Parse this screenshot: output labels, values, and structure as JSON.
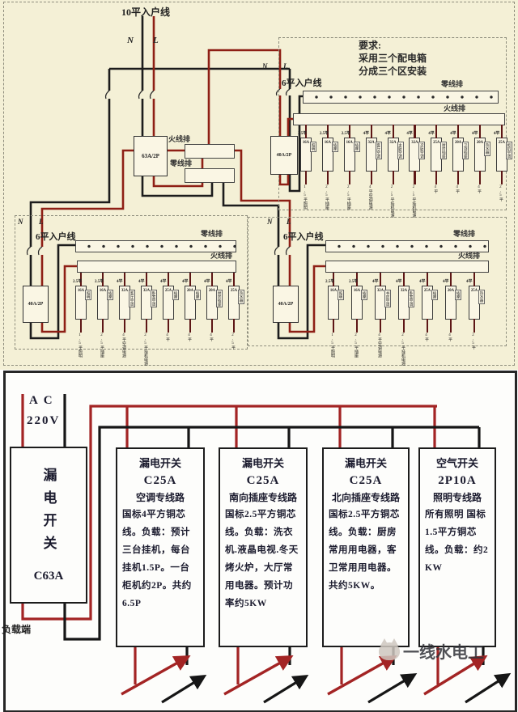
{
  "top_panel": {
    "title": "10平入户线",
    "n_label": "N",
    "l_label": "L",
    "main_breaker": "63A/2P",
    "live_bar_label": "火线排",
    "neutral_bar_label": "零线排",
    "note_lines": [
      "要求:",
      "采用三个配电箱",
      "分成三个区安装"
    ],
    "sub_entry_label": "6平入户线",
    "sub_breaker": "40A/2P",
    "box_b_branches": [
      {
        "top": "2.5平",
        "amp": "16A",
        "side": "照明",
        "bottom": "1.5平照明"
      },
      {
        "top": "2.5平",
        "amp": "16A",
        "side": "插座",
        "bottom": "2.5平插座"
      },
      {
        "top": "2.5平",
        "amp": "16A",
        "side": "插座",
        "bottom": "2.5平插座"
      },
      {
        "top": "4平",
        "amp": "32A",
        "side": "客厅空调",
        "bottom": "4平空调电源"
      },
      {
        "top": "4平",
        "amp": "32A",
        "side": "主卧空调",
        "bottom": "2.5平挂机电源"
      },
      {
        "top": "4平",
        "amp": "32A",
        "side": "次卧空调",
        "bottom": "2.5平挂机电源"
      },
      {
        "top": "4平",
        "amp": "25A",
        "side": "厨房插座",
        "bottom": "4平"
      },
      {
        "top": "4平",
        "amp": "20A",
        "side": "卫浴插座",
        "bottom": "4平"
      },
      {
        "top": "4平",
        "amp": "20A",
        "side": "热水器",
        "bottom": "4平"
      },
      {
        "top": "4平",
        "amp": "25A",
        "side": "柜机空调",
        "bottom": "2.5平"
      }
    ],
    "box_c_branches": [
      {
        "top": "2.5平",
        "amp": "16A",
        "side": "照明",
        "bottom": "1.5平照明"
      },
      {
        "top": "2.5平",
        "amp": "16A",
        "side": "插座",
        "bottom": "2.5平插座"
      },
      {
        "top": "4平",
        "amp": "32A",
        "side": "客厅空调",
        "bottom": "4平空调电源"
      },
      {
        "top": "4平",
        "amp": "32A",
        "side": "卧室空调",
        "bottom": "2.5平挂机电源"
      },
      {
        "top": "4平",
        "amp": "25A",
        "side": "插座",
        "bottom": "4平"
      },
      {
        "top": "4平",
        "amp": "20A",
        "side": "插座",
        "bottom": "4平"
      },
      {
        "top": "4平",
        "amp": "20A",
        "side": "厨房插座",
        "bottom": "4平"
      },
      {
        "top": "4平",
        "amp": "25A",
        "side": "热水器",
        "bottom": "2.5平"
      }
    ],
    "box_d_branches": [
      {
        "top": "2.5平",
        "amp": "16A",
        "side": "照明",
        "bottom": "1.5平照明"
      },
      {
        "top": "2.5平",
        "amp": "16A",
        "side": "插座",
        "bottom": "2.5平插座"
      },
      {
        "top": "4平",
        "amp": "32A",
        "side": "书房空调",
        "bottom": "4平空调电源"
      },
      {
        "top": "4平",
        "amp": "32A",
        "side": "卧室空调",
        "bottom": "2.5平挂机电源"
      },
      {
        "top": "4平",
        "amp": "25A",
        "side": "插座",
        "bottom": "4平"
      },
      {
        "top": "4平",
        "amp": "20A",
        "side": "插座",
        "bottom": "4平"
      },
      {
        "top": "4平",
        "amp": "25A",
        "side": "热水器",
        "bottom": "2.5平"
      }
    ]
  },
  "bottom_panel": {
    "source_line1": "A C",
    "source_line2": "220V",
    "load_label": "负载端",
    "main_switch": {
      "title": "漏电开关",
      "rating": "C63A"
    },
    "circuits": [
      {
        "title": "漏电开关",
        "rating": "C25A",
        "name": "空调专线路",
        "desc": "国标4平方铜芯线。负载：预计三台挂机，每台挂机1.5P。一台柜机约2P。共约6.5P"
      },
      {
        "title": "漏电开关",
        "rating": "C25A",
        "name": "南向插座专线路",
        "desc": "国标2.5平方铜芯线。负载：洗衣机.液晶电视.冬天烤火炉，大厅常用电器。预计功率约5KW"
      },
      {
        "title": "漏电开关",
        "rating": "C25A",
        "name": "北向插座专线路",
        "desc": "国标2.5平方铜芯线。负载：厨房常用用电器，客卫常用用电器。共约5KW。"
      },
      {
        "title": "空气开关",
        "rating": "2P10A",
        "name": "照明专线路",
        "desc": "所有照明 国标1.5平方铜芯线。负载：约2KW"
      }
    ],
    "watermark": "一线水电工"
  },
  "colors": {
    "top_background": "#f4f0d6",
    "wire_black": "#1c1c1c",
    "wire_red_top": "#8e1f15",
    "wire_red_bottom": "#a32424"
  }
}
